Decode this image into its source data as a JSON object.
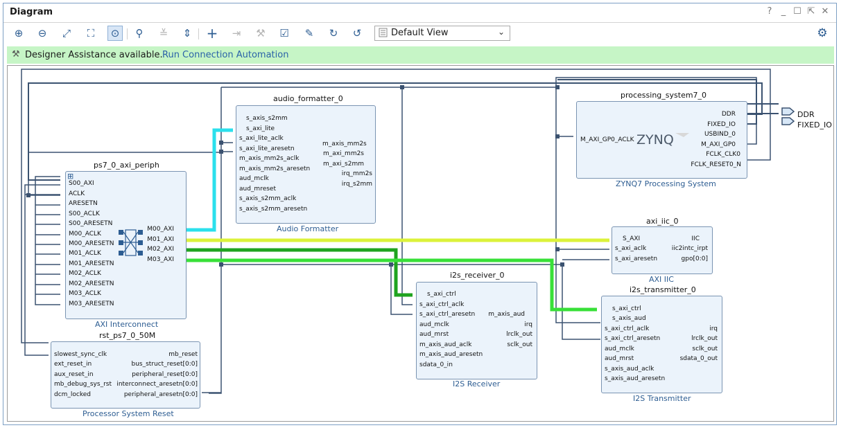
{
  "window": {
    "title": "Diagram",
    "controls": [
      "?",
      "_",
      "☐",
      "⇱",
      "✕"
    ]
  },
  "toolbar": {
    "view_select": "Default View",
    "icons": [
      "zoom-in-icon",
      "zoom-out-icon",
      "zoom-fit-icon",
      "fit-selection-icon",
      "auto-fit-icon",
      "search-icon",
      "collapse-all-icon",
      "expand-all-icon",
      "add-ip-icon",
      "add-hierarchy-icon",
      "validate-tools-icon",
      "validate-design-icon",
      "pin-icon",
      "regenerate-layout-icon",
      "refresh-layout-icon"
    ],
    "settings_icon": "gear-icon"
  },
  "assist": {
    "text": "Designer Assistance available.",
    "link": "Run Connection Automation"
  },
  "colors": {
    "accent": "#2a62a8",
    "assist_bg": "#c6f5c6",
    "block_bg": "#ebf3fb",
    "net_dark": "#3b5270",
    "net_cyan": "#2be0ec",
    "net_yellow": "#dcf23a",
    "net_green": "#1fa31f",
    "net_lgreen": "#38e038"
  },
  "blocks": {
    "audio_formatter": {
      "name": "audio_formatter_0",
      "subtitle": "Audio Formatter",
      "left_ports": [
        "s_axis_s2mm",
        "s_axi_lite",
        "s_axi_lite_aclk",
        "s_axi_lite_aresetn",
        "m_axis_mm2s_aclk",
        "m_axis_mm2s_aresetn",
        "aud_mclk",
        "aud_mreset",
        "s_axis_s2mm_aclk",
        "s_axis_s2mm_aresetn"
      ],
      "right_ports": [
        "m_axis_mm2s",
        "m_axi_mm2s",
        "m_axi_s2mm",
        "irq_mm2s",
        "irq_s2mm"
      ]
    },
    "processing_system": {
      "name": "processing_system7_0",
      "subtitle": "ZYNQ7 Processing System",
      "logo": "ZYNQ",
      "left_ports": [
        "M_AXI_GP0_ACLK"
      ],
      "right_ports": [
        "DDR",
        "FIXED_IO",
        "USBIND_0",
        "M_AXI_GP0",
        "FCLK_CLK0",
        "FCLK_RESET0_N"
      ]
    },
    "axi_periph": {
      "name": "ps7_0_axi_periph",
      "subtitle": "AXI Interconnect",
      "left_ports": [
        "S00_AXI",
        "ACLK",
        "ARESETN",
        "S00_ACLK",
        "S00_ARESETN",
        "M00_ACLK",
        "M00_ARESETN",
        "M01_ACLK",
        "M01_ARESETN",
        "M02_ACLK",
        "M02_ARESETN",
        "M03_ACLK",
        "M03_ARESETN"
      ],
      "right_ports": [
        "M00_AXI",
        "M01_AXI",
        "M02_AXI",
        "M03_AXI"
      ]
    },
    "axi_iic": {
      "name": "axi_iic_0",
      "subtitle": "AXI IIC",
      "left_ports": [
        "S_AXI",
        "s_axi_aclk",
        "s_axi_aresetn"
      ],
      "right_ports": [
        "IIC",
        "iic2intc_irpt",
        "gpo[0:0]"
      ]
    },
    "i2s_receiver": {
      "name": "i2s_receiver_0",
      "subtitle": "I2S Receiver",
      "left_ports": [
        "s_axi_ctrl",
        "s_axi_ctrl_aclk",
        "s_axi_ctrl_aresetn",
        "aud_mclk",
        "aud_mrst",
        "m_axis_aud_aclk",
        "m_axis_aud_aresetn",
        "sdata_0_in"
      ],
      "right_ports": [
        "m_axis_aud",
        "irq",
        "lrclk_out",
        "sclk_out"
      ]
    },
    "i2s_transmitter": {
      "name": "i2s_transmitter_0",
      "subtitle": "I2S Transmitter",
      "left_ports": [
        "s_axi_ctrl",
        "s_axis_aud",
        "s_axi_ctrl_aclk",
        "s_axi_ctrl_aresetn",
        "aud_mclk",
        "aud_mrst",
        "s_axis_aud_aclk",
        "s_axis_aud_aresetn"
      ],
      "right_ports": [
        "irq",
        "lrclk_out",
        "sclk_out",
        "sdata_0_out"
      ]
    },
    "rst_ps7": {
      "name": "rst_ps7_0_50M",
      "subtitle": "Processor System Reset",
      "left_ports": [
        "slowest_sync_clk",
        "ext_reset_in",
        "aux_reset_in",
        "mb_debug_sys_rst",
        "dcm_locked"
      ],
      "right_ports": [
        "mb_reset",
        "bus_struct_reset[0:0]",
        "peripheral_reset[0:0]",
        "interconnect_aresetn[0:0]",
        "peripheral_aresetn[0:0]"
      ]
    }
  },
  "external_ports": [
    "DDR",
    "FIXED_IO"
  ]
}
